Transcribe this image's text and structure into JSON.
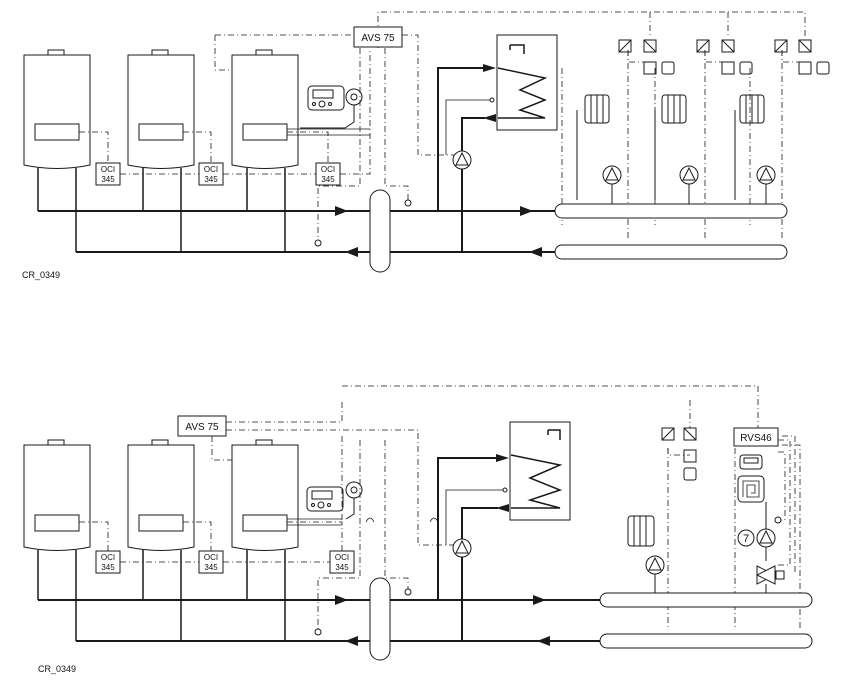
{
  "schematics": [
    {
      "caption": "CR_0349",
      "controller": "AVS 75",
      "oci_units": [
        {
          "line1": "OCI",
          "line2": "345"
        },
        {
          "line1": "OCI",
          "line2": "345"
        },
        {
          "line1": "OCI",
          "line2": "345"
        }
      ]
    },
    {
      "caption": "CR_0349",
      "controller": "AVS 75",
      "zone_controller": "RVS46",
      "mixing_circuit_number": "7",
      "oci_units": [
        {
          "line1": "OCI",
          "line2": "345"
        },
        {
          "line1": "OCI",
          "line2": "345"
        },
        {
          "line1": "OCI",
          "line2": "345"
        }
      ]
    }
  ],
  "colors": {
    "line": "#1a1a1a",
    "boiler_fill": "#ffffff",
    "background": "#ffffff"
  },
  "icons": [
    "boiler-icon",
    "tap-icon",
    "radiator-icon",
    "pump-icon",
    "room-unit-icon",
    "sensor-icon",
    "valve-icon",
    "underfloor-coil-icon"
  ]
}
